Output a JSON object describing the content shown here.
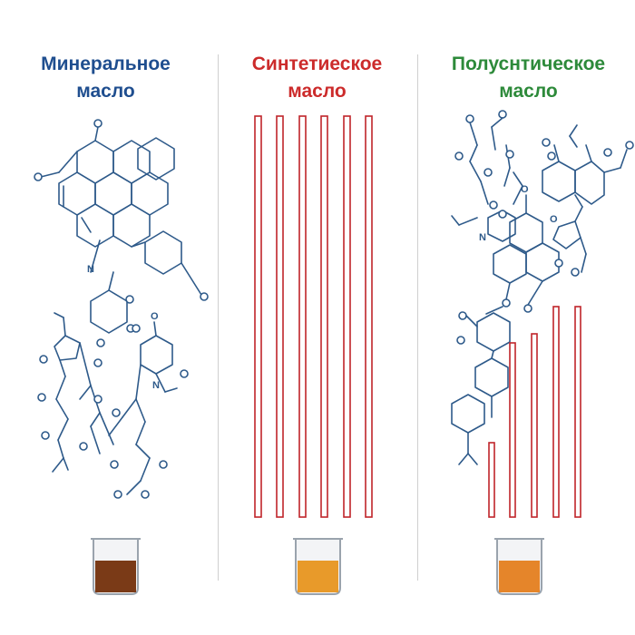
{
  "panels": [
    {
      "id": "mineral",
      "title_line1": "Минеральное",
      "title_line2": "масло",
      "title_color": "#1f4e8f",
      "oil_color": "#7a3a17"
    },
    {
      "id": "synthetic",
      "title_line1": "Синтетиеское",
      "title_line2": "масло",
      "title_color": "#cc2b2b",
      "oil_color": "#e89a2a",
      "chain_color": "#c0242a"
    },
    {
      "id": "semi",
      "title_line1": "Полуснтическое",
      "title_line2": "масло",
      "title_color": "#2d8a3a",
      "oil_color": "#e5852a",
      "chain_color": "#c0242a"
    }
  ],
  "icons": {
    "molecule": "molecule-diagram-icon",
    "beaker": "beaker-icon",
    "chain": "linear-chain-icon"
  }
}
